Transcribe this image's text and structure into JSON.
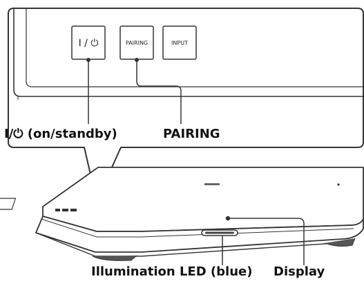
{
  "callouts": {
    "power_label": "I/⏻ (on/standby)",
    "pairing_label": "PAIRING",
    "led_label": "Illumination LED (blue)",
    "display_label": "Display"
  },
  "panel_buttons": {
    "power": "I / ⏻",
    "pairing": "PAIRING",
    "input": "INPUT"
  },
  "icons": {
    "power_symbol": "power-standby-icon"
  },
  "colors": {
    "line": "#333333",
    "background": "#ffffff"
  }
}
